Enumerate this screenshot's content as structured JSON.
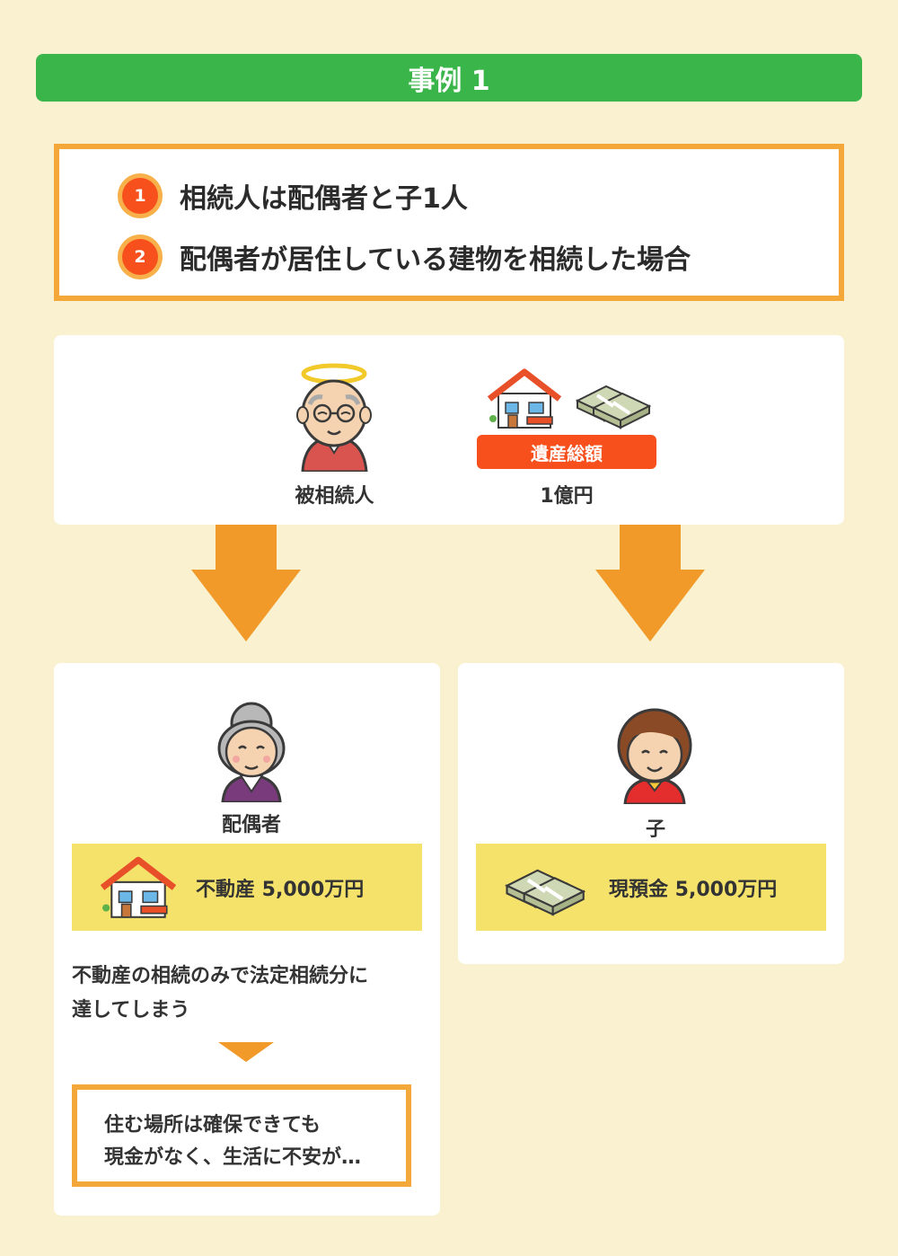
{
  "title": "事例 1",
  "conditions": [
    {
      "num": "1",
      "text": "相続人は配偶者と子1人"
    },
    {
      "num": "2",
      "text": "配偶者が居住している建物を相続した場合"
    }
  ],
  "deceased": {
    "label": "被相続人"
  },
  "estate": {
    "badge": "遺産総額",
    "amount": "1億円"
  },
  "spouse": {
    "label": "配偶者",
    "asset": "不動産 5,000万円",
    "description_lines": [
      "不動産の相続のみで法定相続分に",
      "達してしまう"
    ],
    "result_lines": [
      "住む場所は確保できても",
      "現金がなく、生活に不安が…"
    ]
  },
  "child": {
    "label": "子",
    "asset": "現預金 5,000万円"
  },
  "colors": {
    "background": "#f9f1d0",
    "title_green": "#3ab54a",
    "orange_border": "#f5a83a",
    "badge_red": "#f7501d",
    "arrow_orange": "#f19a2a",
    "highlight_yellow": "#f5e26a"
  }
}
